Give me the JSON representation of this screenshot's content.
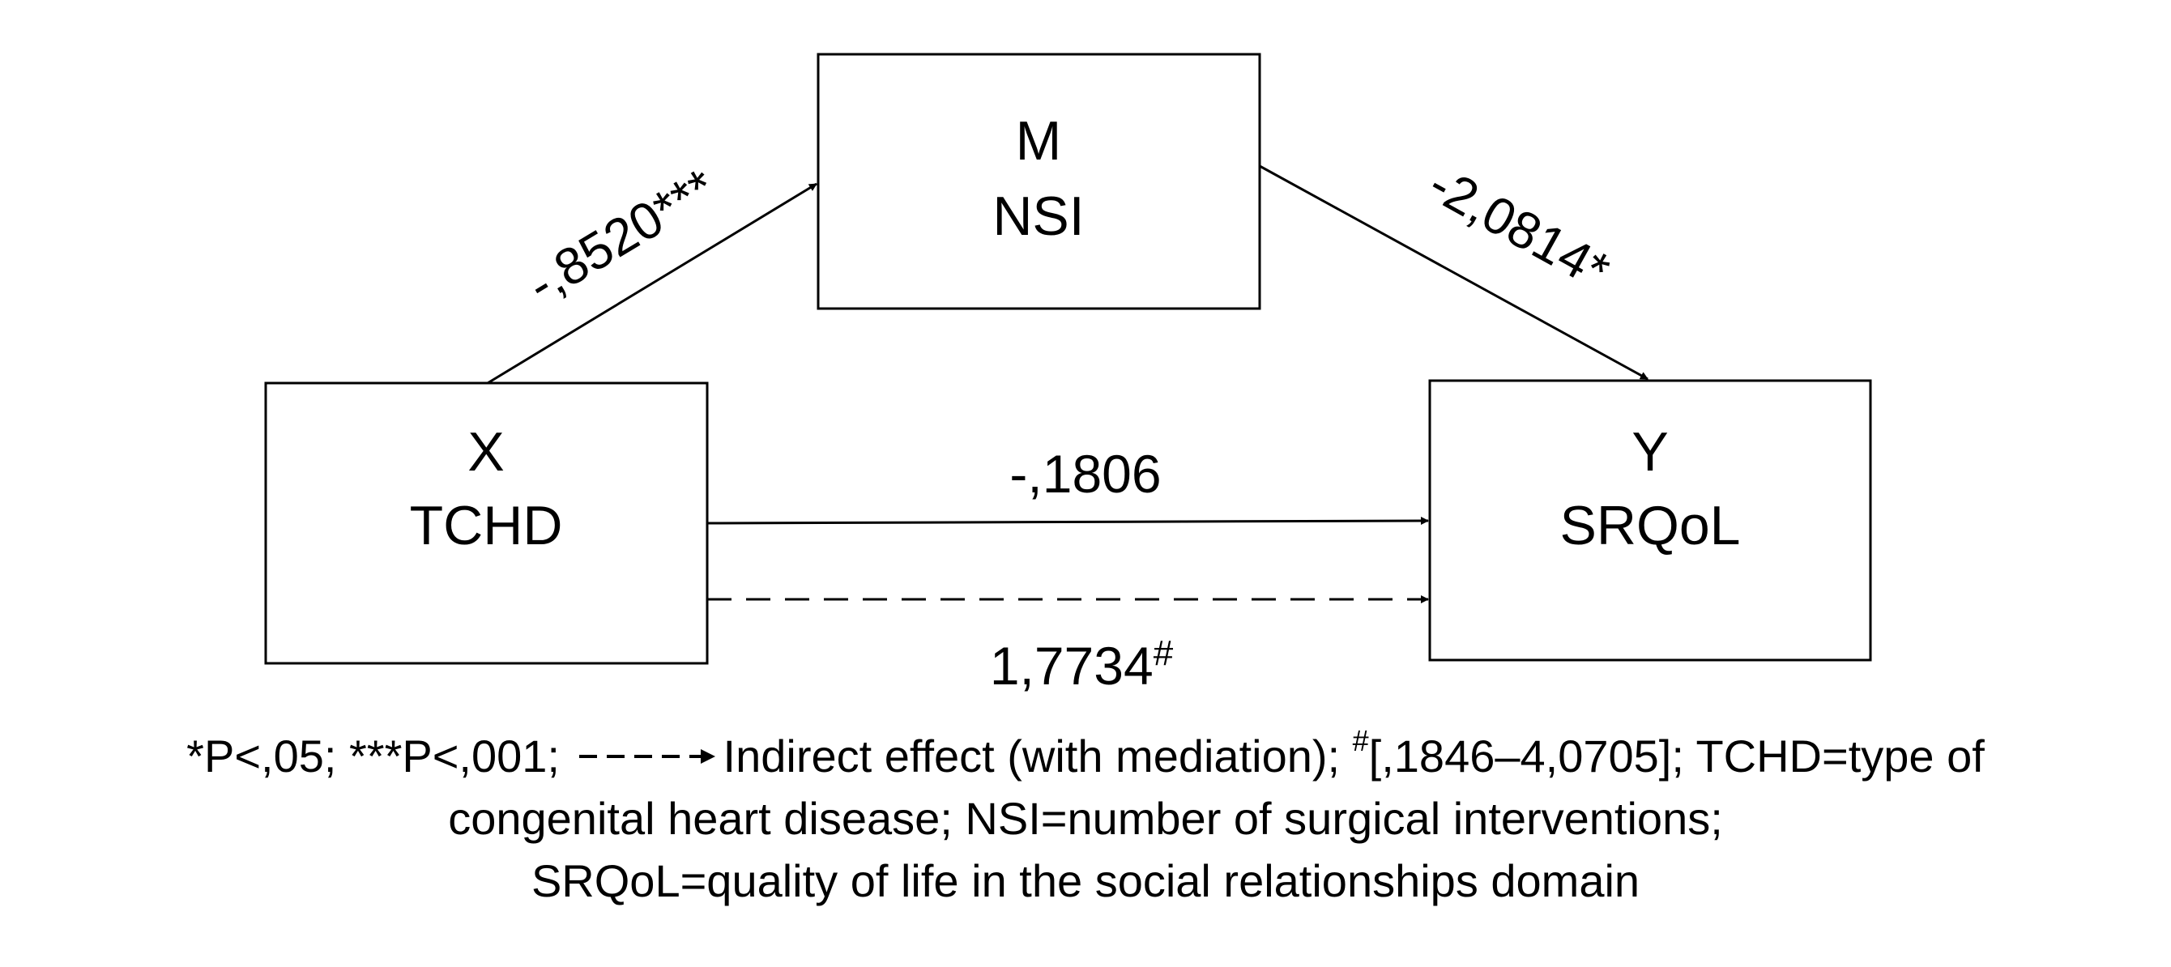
{
  "nodes": {
    "m": {
      "letter": "M",
      "name": "NSI"
    },
    "x": {
      "letter": "X",
      "name": "TCHD"
    },
    "y": {
      "letter": "Y",
      "name": "SRQoL"
    }
  },
  "paths": {
    "a": {
      "label": "-,8520***"
    },
    "b": {
      "label": "-2,0814*"
    },
    "c_direct": {
      "label": "-,1806"
    },
    "indirect": {
      "value": "1,7734",
      "mark": "#"
    }
  },
  "legend": {
    "sig1": "*P<,05;",
    "sig3": "***P<,001;",
    "indirect_desc": "Indirect effect (with mediation);",
    "ci_mark": "#",
    "ci": "[,1846–4,0705]; TCHD=type of",
    "line2": "congenital heart disease; NSI=number of surgical interventions;",
    "line3": "SRQoL=quality of life in the social relationships domain"
  }
}
